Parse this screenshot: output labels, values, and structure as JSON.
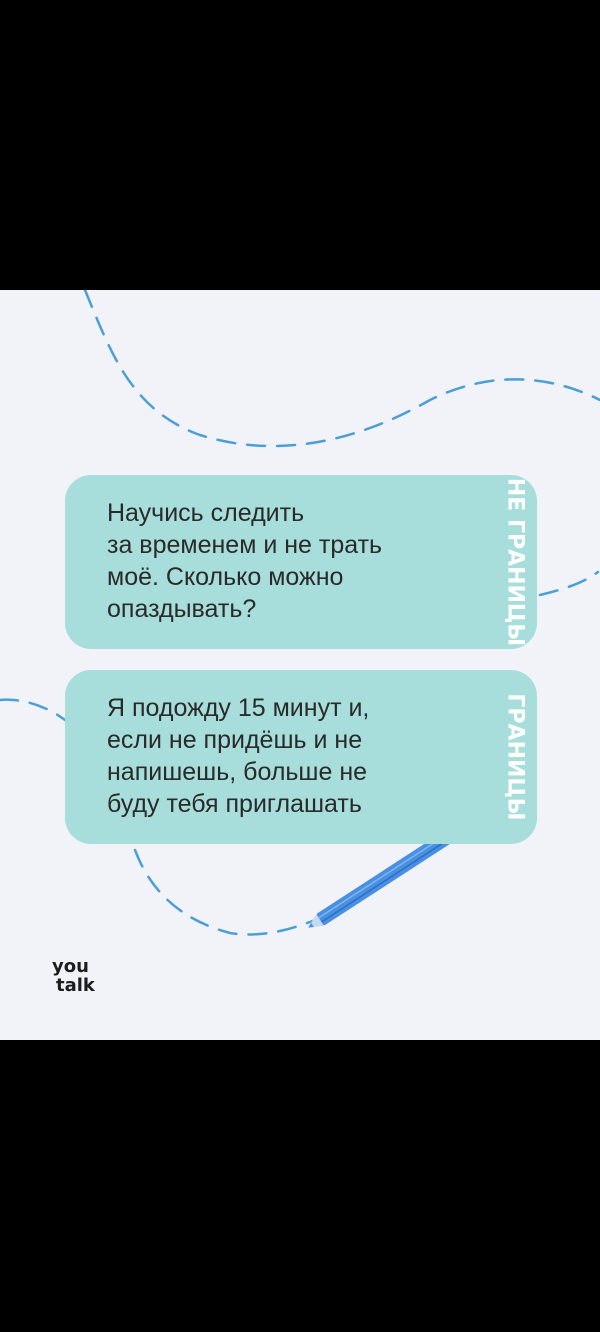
{
  "messages": [
    {
      "text": "Научись следить\nза временем и не трать\nмоё. Сколько можно\nопаздывать?",
      "label": "НЕ ГРАНИЦЫ"
    },
    {
      "text": "Я подожду 15 минут и,\nесли не придёшь и не\nнапишешь, больше не\nбуду тебя приглашать",
      "label": "ГРАНИЦЫ"
    }
  ],
  "logo": {
    "line1": "you",
    "line2": "talk"
  },
  "colors": {
    "background": "#f1f3f8",
    "bubble": "#a7dedb",
    "dash": "#4a9fd6",
    "pencil": "#4a90e2"
  },
  "icons": [
    "pencil-icon"
  ]
}
